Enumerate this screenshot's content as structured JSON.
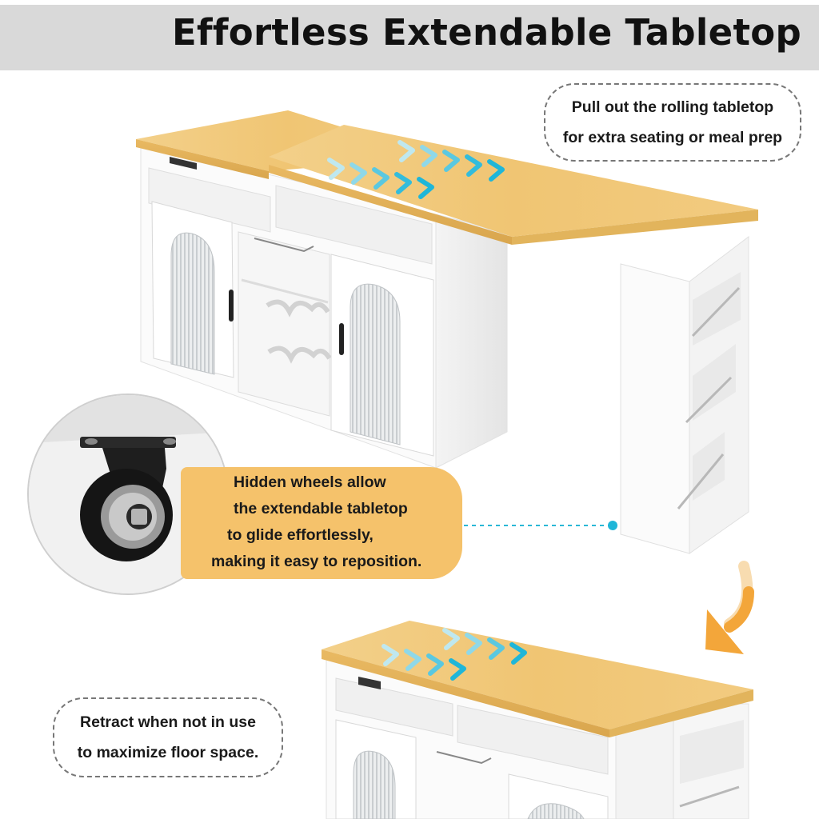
{
  "header": {
    "title": "Effortless Extendable Tabletop"
  },
  "note_top": {
    "line1": "Pull out the rolling tabletop",
    "line2": "for extra seating or meal prep"
  },
  "callout": {
    "line1": "Hidden wheels allow",
    "line2": "the extendable tabletop",
    "line3": "to glide effortlessly,",
    "line4": "making it easy to reposition."
  },
  "note_bottom": {
    "line1": "Retract when not in use",
    "line2": "to maximize floor space."
  },
  "colors": {
    "header_band": "#d9d9d9",
    "callout": "#f5c26b",
    "wood": "#f0c979",
    "arrow_teal": "#1fb6d8",
    "cabinet": "#ffffff",
    "accent_orange": "#f3a63a"
  },
  "icons": {
    "slide_arrows": "chevron-right-icon",
    "down_arrow": "curved-down-arrow-icon",
    "wheel": "caster-wheel-icon"
  }
}
